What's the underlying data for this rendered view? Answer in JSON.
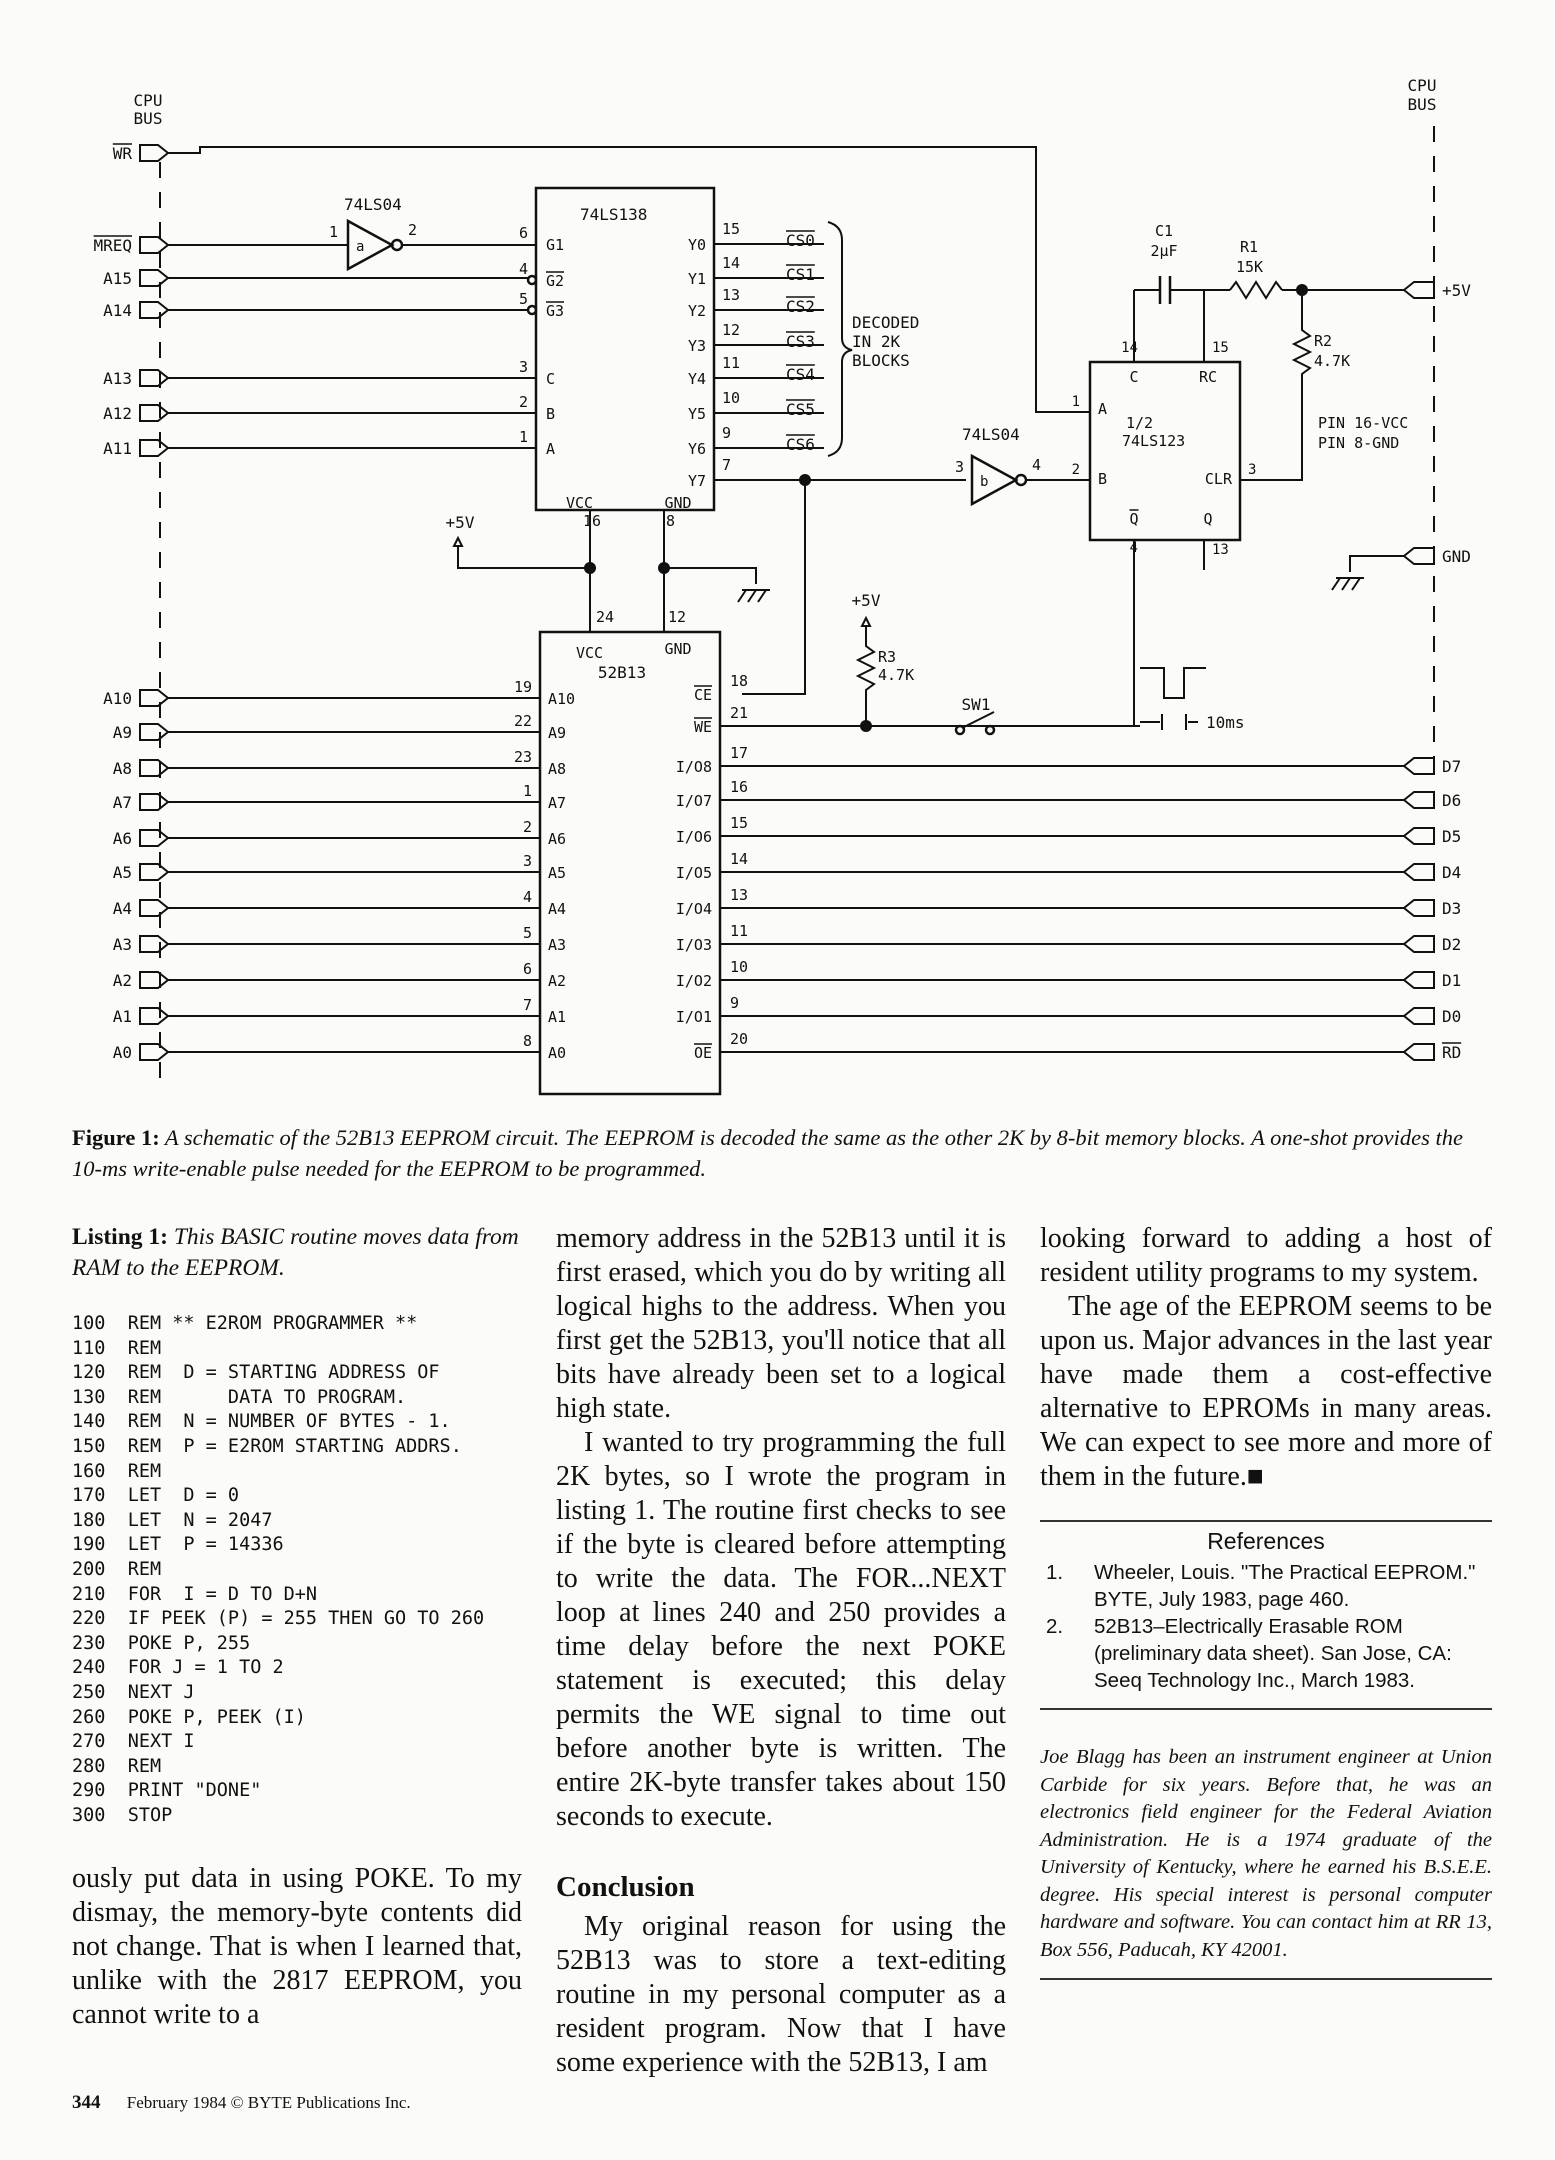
{
  "schematic": {
    "cpu_bus": [
      "CPU",
      "BUS"
    ],
    "bus_left_top": [
      "WR",
      "MREQ",
      "A15",
      "A14",
      "A13",
      "A12",
      "A11"
    ],
    "bus_left_addr": [
      "A10",
      "A9",
      "A8",
      "A7",
      "A6",
      "A5",
      "A4",
      "A3",
      "A2",
      "A1",
      "A0"
    ],
    "bus_right_data": [
      "D7",
      "D6",
      "D5",
      "D4",
      "D3",
      "D2",
      "D1",
      "D0",
      "RD"
    ],
    "plus5v": "+5V",
    "gnd": "GND",
    "inverter_a": {
      "part": "74LS04",
      "label": "a",
      "pin_in": "1",
      "pin_out": "2"
    },
    "inverter_b": {
      "part": "74LS04",
      "label": "b",
      "pin_in": "3",
      "pin_out": "4"
    },
    "decoder": {
      "part": "74LS138",
      "inputs": [
        {
          "pin": "6",
          "name": "G1"
        },
        {
          "pin": "4",
          "name": "G2"
        },
        {
          "pin": "5",
          "name": "G3"
        },
        {
          "pin": "3",
          "name": "C"
        },
        {
          "pin": "2",
          "name": "B"
        },
        {
          "pin": "1",
          "name": "A"
        }
      ],
      "outputs": [
        {
          "pin": "15",
          "name": "Y0",
          "signal": "CS0"
        },
        {
          "pin": "14",
          "name": "Y1",
          "signal": "CS1"
        },
        {
          "pin": "13",
          "name": "Y2",
          "signal": "CS2"
        },
        {
          "pin": "12",
          "name": "Y3",
          "signal": "CS3"
        },
        {
          "pin": "11",
          "name": "Y4",
          "signal": "CS4"
        },
        {
          "pin": "10",
          "name": "Y5",
          "signal": "CS5"
        },
        {
          "pin": "9",
          "name": "Y6",
          "signal": "CS6"
        },
        {
          "pin": "7",
          "name": "Y7",
          "signal": ""
        }
      ],
      "vcc": "VCC",
      "gnd": "GND",
      "vcc_pin": "16",
      "gnd_pin": "8"
    },
    "decoded_note": [
      "DECODED",
      "IN 2K",
      "BLOCKS"
    ],
    "eeprom": {
      "part": "52B13",
      "vcc": "VCC",
      "gnd": "GND",
      "vcc_pin": "24",
      "gnd_pin": "12",
      "addr": [
        {
          "pin": "19",
          "name": "A10"
        },
        {
          "pin": "22",
          "name": "A9"
        },
        {
          "pin": "23",
          "name": "A8"
        },
        {
          "pin": "1",
          "name": "A7"
        },
        {
          "pin": "2",
          "name": "A6"
        },
        {
          "pin": "3",
          "name": "A5"
        },
        {
          "pin": "4",
          "name": "A4"
        },
        {
          "pin": "5",
          "name": "A3"
        },
        {
          "pin": "6",
          "name": "A2"
        },
        {
          "pin": "7",
          "name": "A1"
        },
        {
          "pin": "8",
          "name": "A0"
        }
      ],
      "right": [
        {
          "pin": "18",
          "name": "CE"
        },
        {
          "pin": "21",
          "name": "WE"
        },
        {
          "pin": "17",
          "name": "I/O8"
        },
        {
          "pin": "16",
          "name": "I/O7"
        },
        {
          "pin": "15",
          "name": "I/O6"
        },
        {
          "pin": "14",
          "name": "I/O5"
        },
        {
          "pin": "13",
          "name": "I/O4"
        },
        {
          "pin": "11",
          "name": "I/O3"
        },
        {
          "pin": "10",
          "name": "I/O2"
        },
        {
          "pin": "9",
          "name": "I/O1"
        },
        {
          "pin": "20",
          "name": "OE"
        }
      ]
    },
    "oneshot": {
      "part_half": "1/2",
      "part": "74LS123",
      "pins": {
        "C": "14",
        "RC": "15",
        "A": "1",
        "B": "2",
        "CLR": "3",
        "Qbar": "4",
        "Q": "13"
      }
    },
    "c1": {
      "name": "C1",
      "value": "2µF"
    },
    "r1": {
      "name": "R1",
      "value": "15K"
    },
    "r2": {
      "name": "R2",
      "value": "4.7K"
    },
    "r3": {
      "name": "R3",
      "value": "4.7K"
    },
    "pin_note": [
      "PIN 16-VCC",
      "PIN 8-GND"
    ],
    "sw1": "SW1",
    "pulse_width": "10ms"
  },
  "caption": {
    "label": "Figure 1:",
    "text": "A schematic of the 52B13 EEPROM circuit. The EEPROM is decoded the same as the other 2K by 8-bit memory blocks. A one-shot provides the 10-ms write-enable pulse needed for the EEPROM to be programmed."
  },
  "listing": {
    "label": "Listing 1:",
    "caption": "This BASIC routine moves data from RAM to the EEPROM.",
    "code": "100  REM ** E2ROM PROGRAMMER **\n110  REM\n120  REM  D = STARTING ADDRESS OF\n130  REM      DATA TO PROGRAM.\n140  REM  N = NUMBER OF BYTES - 1.\n150  REM  P = E2ROM STARTING ADDRS.\n160  REM\n170  LET  D = 0\n180  LET  N = 2047\n190  LET  P = 14336\n200  REM\n210  FOR  I = D TO D+N\n220  IF PEEK (P) = 255 THEN GO TO 260\n230  POKE P, 255\n240  FOR J = 1 TO 2\n250  NEXT J\n260  POKE P, PEEK (I)\n270  NEXT I\n280  REM\n290  PRINT \"DONE\"\n300  STOP"
  },
  "col1_text": "ously put data in using POKE. To my dismay, the memory-byte contents did not change. That is when I learned that, unlike with the 2817 EEPROM, you cannot write to a",
  "col2": {
    "p1": "memory address in the 52B13 until it is first erased, which you do by writing all logical highs to the address. When you first get the 52B13, you'll notice that all bits have already been set to a logical high state.",
    "p2": "I wanted to try programming the full 2K bytes, so I wrote the program in listing 1. The routine first checks to see if the byte is cleared before attempting to write the data. The FOR...NEXT loop at lines 240 and 250 provides a time delay before the next POKE statement is executed; this delay permits the WE signal to time out before another byte is written. The entire 2K-byte transfer takes about 150 seconds to execute.",
    "heading": "Conclusion",
    "p3": "My original reason for using the 52B13 was to store a text-editing routine in my personal computer as a resident program. Now that I have some experience with the 52B13, I am"
  },
  "col3": {
    "p1": "looking forward to adding a host of resident utility programs to my system.",
    "p2": "The age of the EEPROM seems to be upon us. Major advances in the last year have made them a cost-effective alternative to EPROMs in many areas. We can expect to see more and more of them in the future.",
    "end_mark": "■",
    "refs_title": "References",
    "refs": [
      {
        "num": "1.",
        "text": "Wheeler, Louis. \"The Practical EEPROM.\" BYTE, July 1983, page 460."
      },
      {
        "num": "2.",
        "text": "52B13–Electrically Erasable ROM (preliminary data sheet). San Jose, CA: Seeq Technology Inc., March 1983."
      }
    ],
    "bio": "Joe Blagg has been an instrument engineer at Union Carbide for six years. Before that, he was an electronics field engineer for the Federal Aviation Administration. He is a 1974 graduate of the University of Kentucky, where he earned his B.S.E.E. degree. His special interest is personal computer hardware and software. You can contact him at RR 13, Box 556, Paducah, KY 42001."
  },
  "footer": {
    "page": "344",
    "text": "February 1984 © BYTE Publications Inc."
  }
}
